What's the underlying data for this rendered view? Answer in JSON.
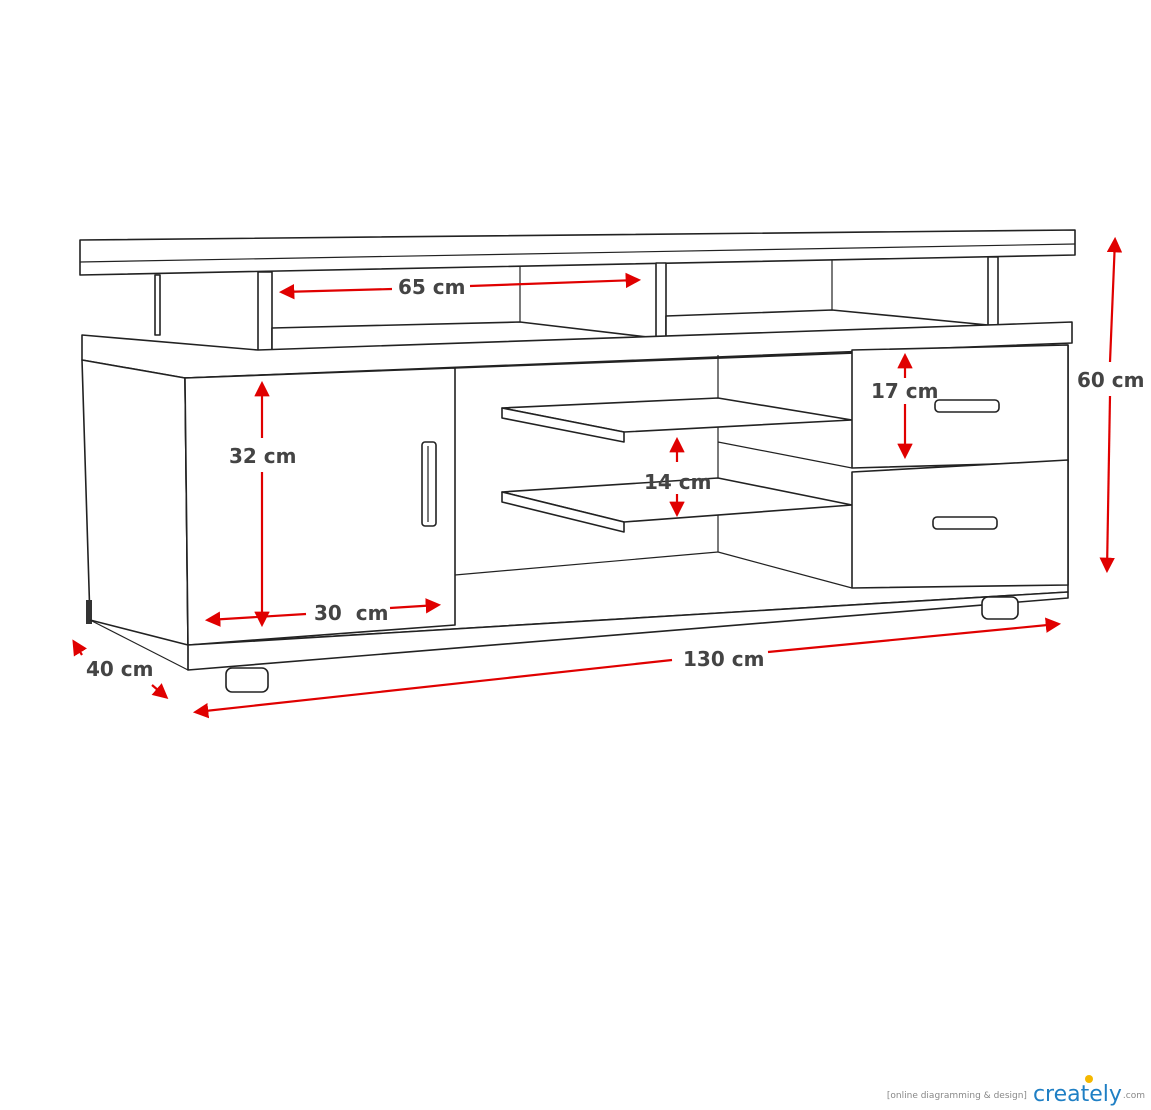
{
  "dimensions": {
    "top_shelf_width": "65 cm",
    "total_height": "60 cm",
    "drawer_height": "17 cm",
    "door_height": "32 cm",
    "shelf_gap": "14 cm",
    "door_width": "30  cm",
    "depth": "40 cm",
    "total_width": "130 cm"
  },
  "footer": {
    "tagline": "[online diagramming & design]",
    "logo": "creately",
    "logo_tld": ".com"
  },
  "colors": {
    "dimension_arrow": "#e00000",
    "label_text": "#444444",
    "outline": "#222222",
    "logo_blue": "#1f7fc4",
    "logo_sun": "#f5b800"
  },
  "icons": [
    "creately-logo-sun-icon"
  ]
}
